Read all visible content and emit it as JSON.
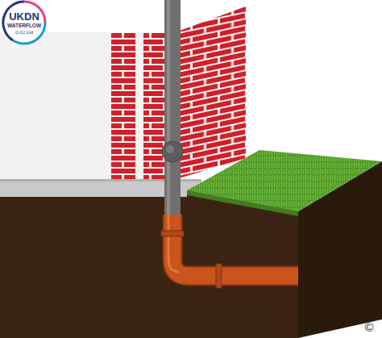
{
  "diagram": {
    "labels": [
      "UKDN",
      "WATERFLOW",
      "(LG) Ltd",
      "©"
    ]
  }
}
